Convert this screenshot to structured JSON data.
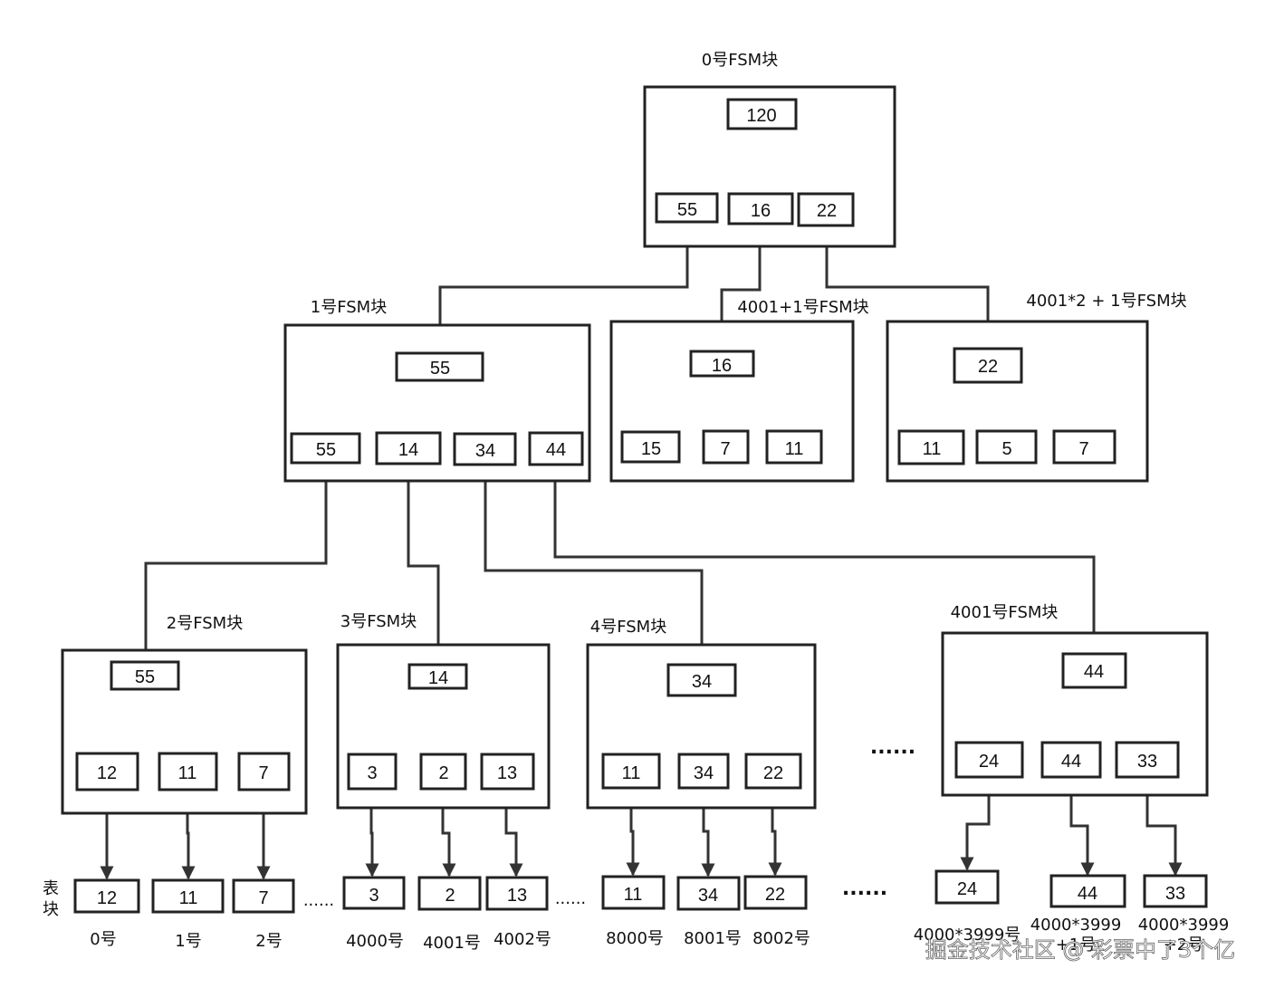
{
  "labels": {
    "fsm0": "0号FSM块",
    "fsm1": "1号FSM块",
    "fsm4002": "4001+1号FSM块",
    "fsm8003": "4001*2 + 1号FSM块",
    "fsm2": "2号FSM块",
    "fsm3": "3号FSM块",
    "fsm4": "4号FSM块",
    "fsm4001": "4001号FSM块",
    "table_block_line1": "表",
    "table_block_line2": "块",
    "ellipsis_mid": "......",
    "ellipsis_bottom_a": "......",
    "ellipsis_bottom_b": "......",
    "ellipsis_mid_bottom": "......",
    "watermark": "掘金技术社区 @ 彩票中了3个亿"
  },
  "blocks": {
    "fsm0": {
      "head": "120",
      "cells": [
        "55",
        "16",
        "22"
      ]
    },
    "fsm1": {
      "head": "55",
      "cells": [
        "55",
        "14",
        "34",
        "44"
      ]
    },
    "fsm4002": {
      "head": "16",
      "cells": [
        "15",
        "7",
        "11"
      ]
    },
    "fsm8003": {
      "head": "22",
      "cells": [
        "11",
        "5",
        "7"
      ]
    },
    "fsm2": {
      "head": "55",
      "cells": [
        "12",
        "11",
        "7"
      ]
    },
    "fsm3": {
      "head": "14",
      "cells": [
        "3",
        "2",
        "13"
      ]
    },
    "fsm4": {
      "head": "34",
      "cells": [
        "11",
        "34",
        "22"
      ]
    },
    "fsm4001": {
      "head": "44",
      "cells": [
        "24",
        "44",
        "33"
      ]
    }
  },
  "table_blocks": [
    {
      "value": "12",
      "label": "0号"
    },
    {
      "value": "11",
      "label": "1号"
    },
    {
      "value": "7",
      "label": "2号"
    },
    {
      "value": "3",
      "label": "4000号"
    },
    {
      "value": "2",
      "label": "4001号"
    },
    {
      "value": "13",
      "label": "4002号"
    },
    {
      "value": "11",
      "label": "8000号"
    },
    {
      "value": "34",
      "label": "8001号"
    },
    {
      "value": "22",
      "label": "8002号"
    },
    {
      "value": "24",
      "label": "4000*3999号"
    },
    {
      "value": "44",
      "label": "4000*3999\n+1号"
    },
    {
      "value": "33",
      "label": "4000*3999\n+2号"
    }
  ]
}
